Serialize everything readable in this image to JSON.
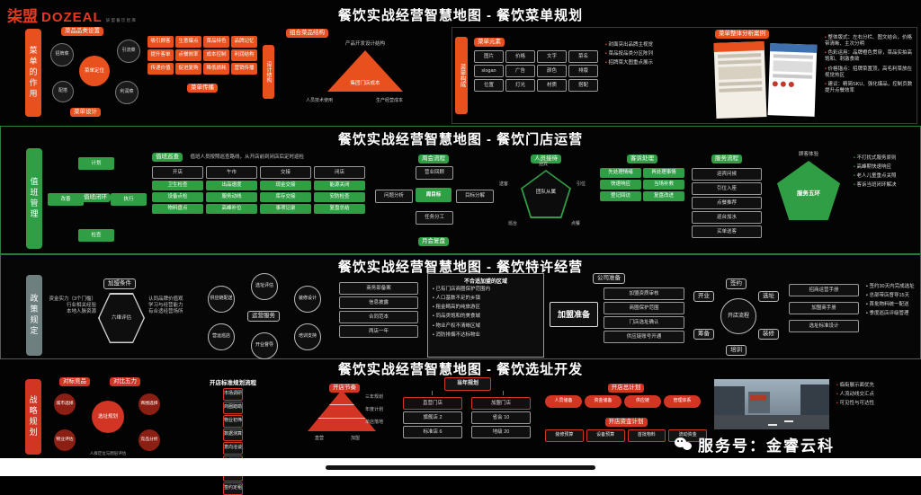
{
  "logo": {
    "cn": "柒盟",
    "en": "DOZEAL",
    "sub": "柒 盟 餐 饮 智 库"
  },
  "footer": {},
  "s1": {
    "title": "餐饮实战经营智慧地图 - 餐饮菜单规划",
    "tab": "菜单的作用",
    "cat": {
      "chip": "菜品品类设置",
      "center": "菜单定位",
      "n1": "招牌菜",
      "n2": "引流菜",
      "n3": "利润菜",
      "n4": "配搭",
      "footer": "菜单设计"
    },
    "grid": {
      "items": [
        "吸引顾客",
        "生意爆点",
        "菜品特色",
        "品牌记忆",
        "提升客单",
        "点餐效率",
        "成本控制",
        "利润结构",
        "传递价值",
        "促进复购",
        "降低损耗",
        "营销传播"
      ],
      "footer": "菜单传播"
    },
    "vbar": "设计结构",
    "tri": {
      "chip": "组合菜品结构",
      "top": "产品开发设计结构",
      "center": "集团门店成本",
      "bl": "人员技术使用",
      "br": "生产经营成本"
    },
    "panel": {
      "tab": "菜单构成",
      "elements": {
        "chip": "菜单元素",
        "items": [
          "图片",
          "价格",
          "文字",
          "菜名",
          "slogan",
          "广告",
          "颜色",
          "排版",
          "位置",
          "灯光",
          "材质",
          "搭配"
        ]
      },
      "notes": [
        "封面突出品牌主视觉",
        "菜品按品类分区陈列",
        "招牌菜大图重点展示"
      ],
      "case_chip": "菜单整体分析案例",
      "bullets": [
        "整体版式：左右分栏、图文结合，价格带清晰、主次分明",
        "色彩运用：品牌橙色贯穿，菜品实拍高饱和、刺激食欲",
        "价格锚点：招牌菜置顶，高毛利菜放在视觉热区",
        "建议：精简SKU、强化爆品，控制页数提升点餐效率"
      ]
    }
  },
  "s2": {
    "title": "餐饮实战经营智慧地图 - 餐饮门店运营",
    "tab": "值班管理",
    "diamond": {
      "center": "值班闭环",
      "top": "计划",
      "right": "执行",
      "bottom": "检查",
      "left": "改善"
    },
    "patrol": {
      "chip": "值班巡查",
      "note": "值班人员按照巡查路线，从开店前到闭店后定时巡检",
      "cols": [
        {
          "h": "开店",
          "items": [
            "卫生检查",
            "设备点检",
            "物料盘点"
          ]
        },
        {
          "h": "午市",
          "items": [
            "出品速度",
            "服务动线",
            "高峰补位"
          ]
        },
        {
          "h": "交接",
          "items": [
            "现金交接",
            "库存交接",
            "事项记录"
          ]
        },
        {
          "h": "闭店",
          "items": [
            "能源关闭",
            "安防检查",
            "复盘总结"
          ]
        }
      ]
    },
    "meeting": {
      "chip": "周会流程",
      "center": "周目标",
      "top": "营业回顾",
      "bottom": "任务分工",
      "left": "问题分析",
      "right": "目标分解",
      "footer": "月会复盘"
    },
    "reception": {
      "chip": "人员接待",
      "center": "团队从属",
      "labels": [
        "迎宾",
        "引位",
        "点餐",
        "巡台",
        "送客"
      ]
    },
    "complaint": {
      "chip": "客诉处理",
      "items": [
        "先处理情绪",
        "再处理事情",
        "快速响应",
        "当场补救",
        "登记回访",
        "复盘改进"
      ]
    },
    "service": {
      "chip": "服务流程",
      "steps": [
        "迎宾问候",
        "引位入座",
        "点餐推荐",
        "巡台加水",
        "买单送客"
      ],
      "shape_title": "服务五环",
      "shape_sub": "顾客体验"
    },
    "bullets": [
      "不打扰式服务原则",
      "高峰期快速响应",
      "老人儿童重点关照",
      "客诉当班闭环解决"
    ]
  },
  "s3": {
    "title": "餐饮实战经营智慧地图 - 餐饮特许经营",
    "tab": "政策规定",
    "hex": {
      "chip": "加盟条件",
      "center": "六维评估",
      "left": [
        "资金实力（3个门槛）",
        "行业相关经验",
        "本地人脉资源"
      ],
      "right": [
        "认同品牌价值观",
        "学习与经营能力",
        "有合适经营场所"
      ]
    },
    "cycle": {
      "center": "运营服务",
      "nodes": [
        "选址评估",
        "装修设计",
        "培训支持",
        "开业督导",
        "营运巡店",
        "供应链配送"
      ]
    },
    "legal": {
      "items": [
        "商务部备案",
        "信息披露",
        "合同范本",
        "两店一年"
      ]
    },
    "forbidden": {
      "chip": "不合适加盟的区域",
      "lines": [
        "已有门店商圈保护范围内",
        "人口基数不足的乡镇",
        "租金畸高的纯旅游区",
        "同品类饱和的美食城",
        "物业产权不清晰区域",
        "消防排烟不达标物业"
      ]
    },
    "prepare": {
      "big": "加盟准备",
      "chip": "公司准备",
      "items": [
        "加盟资质审核",
        "商圈保护范围",
        "门店选址确认",
        "供应链账号开通"
      ]
    },
    "wheel": {
      "center": "开店流程",
      "spokes": [
        "签约",
        "选址",
        "装修",
        "培训",
        "筹备",
        "开业"
      ]
    },
    "manuals": [
      "招商运营手册",
      "加盟商手册",
      "选址标准设计"
    ],
    "bullets": [
      "签约30天内完成选址",
      "总部带店督导15天",
      "首批物料统一配送",
      "季度巡店评级管理"
    ]
  },
  "s4": {
    "title": "餐饮实战经营智慧地图 - 餐饮选址开发",
    "tab": "战略规划",
    "cluster": {
      "chip1": "对标竞品",
      "chip2": "对比五力",
      "center": "选址规划",
      "n1": "城市选择",
      "n2": "商圈选择",
      "n3": "物业评估",
      "n4": "竞品分析",
      "note": "人群定位与圈层评估"
    },
    "flow": {
      "title": "开店标准规划流程",
      "steps": [
        "市场调研",
        "商圈踏勘",
        "物业初筛",
        "数据测算",
        "意向洽谈",
        "条件谈判",
        "合同评审",
        "签约定租"
      ]
    },
    "pyramid": {
      "chip": "开店节奏",
      "t1": "三年规划",
      "t2": "年度计划",
      "t3": "单店落地",
      "bl": "直营",
      "br": "加盟"
    },
    "tree": {
      "root": "当年规划",
      "b1": {
        "h": "直营门店",
        "items": [
          "旗舰店 2",
          "标准店 6"
        ]
      },
      "b2": {
        "h": "加盟门店",
        "items": [
          "省会 10",
          "地级 20"
        ]
      }
    },
    "plan": {
      "chip": "开店总计划",
      "ovals": [
        "人员储备",
        "资金储备",
        "供应链",
        "管理体系"
      ],
      "chip2": "开店资金计划",
      "boxes": [
        "装修预算",
        "设备预算",
        "首批物料",
        "流动资金"
      ]
    },
    "photo_notes": [
      "临街展示面优先",
      "人流动线交汇点",
      "可见性与可达性"
    ],
    "wechat": "服务号：金睿云科"
  }
}
